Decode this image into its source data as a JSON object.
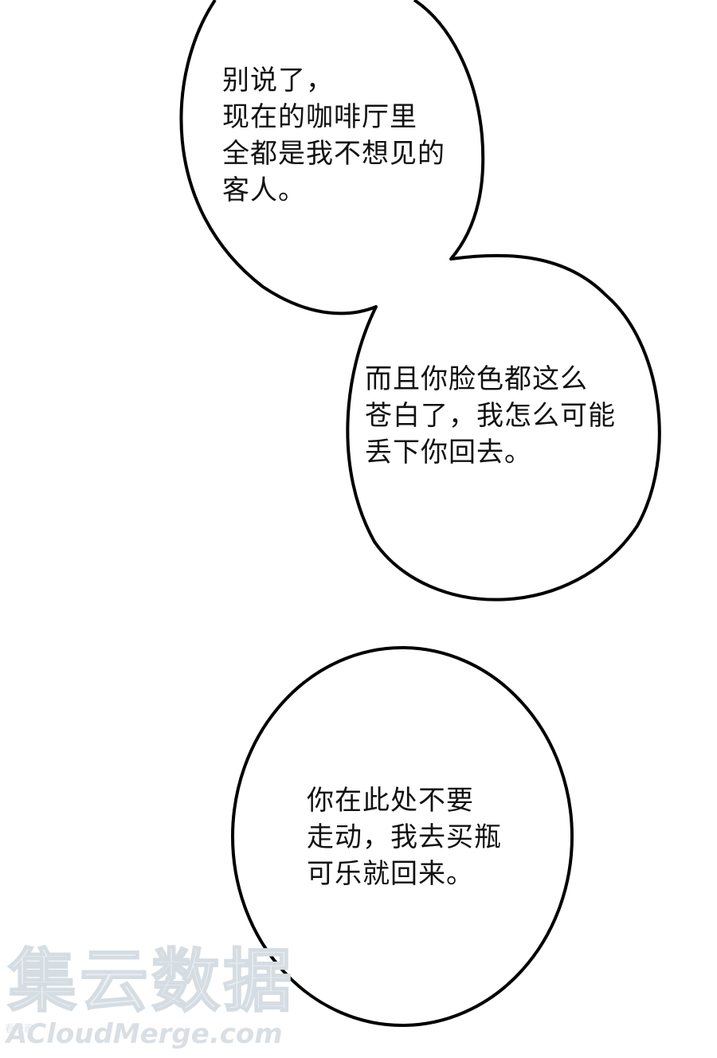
{
  "page": {
    "background": "#ffffff",
    "ink_color": "#111111"
  },
  "bubbles": [
    {
      "lines": [
        "别说了，",
        "现在的咖啡厅里",
        "全都是我不想见的",
        "客人。"
      ]
    },
    {
      "lines": [
        "而且你脸色都这么",
        "苍白了，我怎么可能",
        "丢下你回去。"
      ]
    },
    {
      "lines": [
        "你在此处不要",
        "走动，我去买瓶",
        "可乐就回来。"
      ]
    }
  ],
  "watermark": {
    "title": "集云数据",
    "subtitle": "ACloudMerge.com",
    "side_text": "看漫画",
    "color": "#e3e8ec"
  }
}
